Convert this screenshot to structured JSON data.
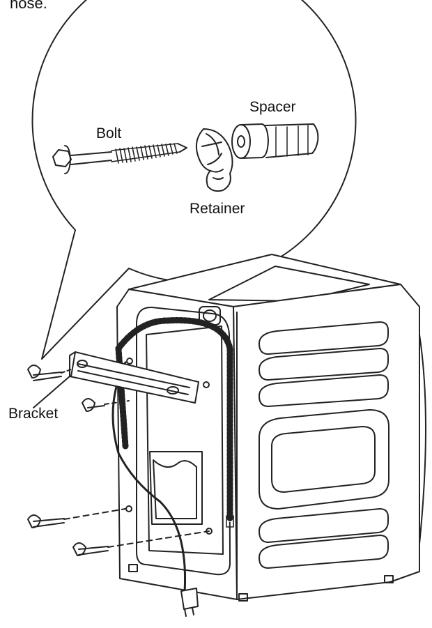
{
  "page": {
    "top_text_fragment": "hose."
  },
  "labels": {
    "spacer": "Spacer",
    "bolt": "Bolt",
    "retainer": "Retainer",
    "bracket": "Bracket"
  }
}
